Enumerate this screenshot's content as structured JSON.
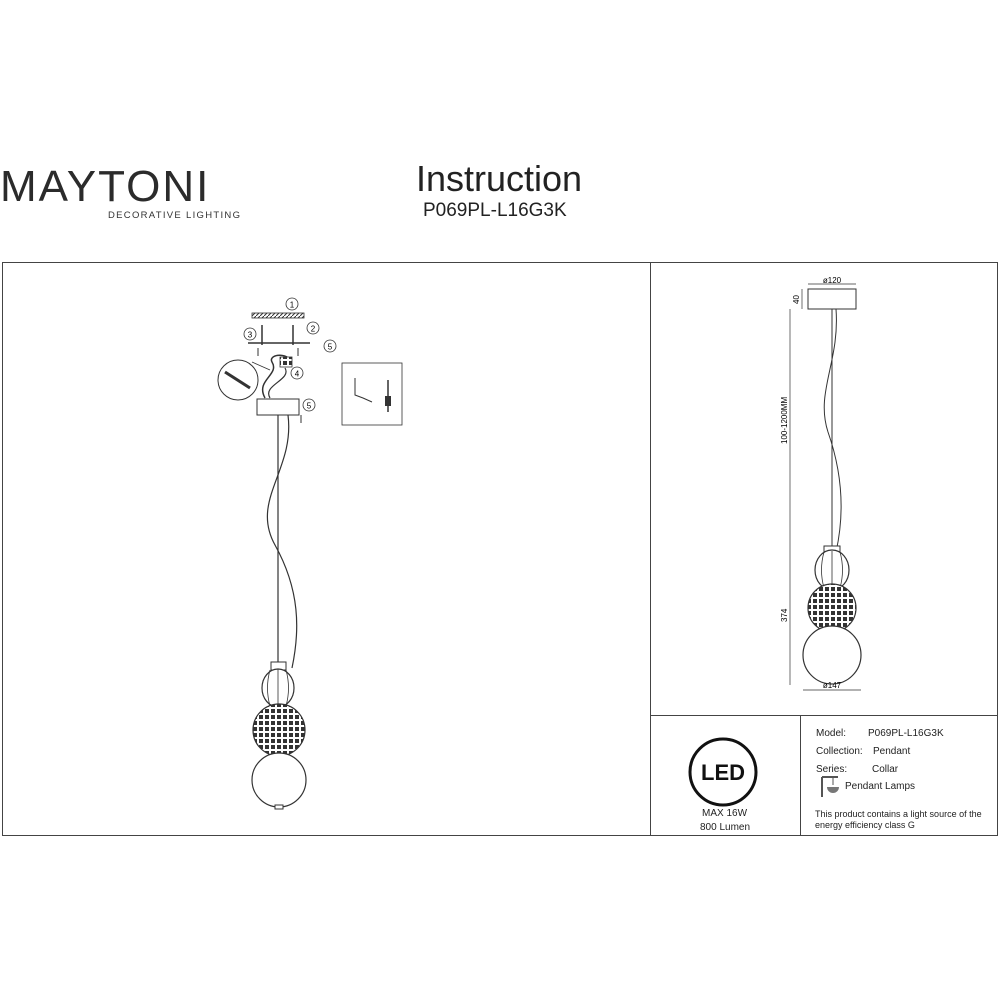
{
  "header": {
    "brand": "MAYTONI",
    "brand_subtitle": "DECORATIVE LIGHTING",
    "title": "Instruction",
    "model_code": "P069PL-L16G3K"
  },
  "install_steps": [
    "1",
    "2",
    "3",
    "4",
    "5"
  ],
  "dimensions": {
    "canopy_diameter": "ø120",
    "canopy_height": "40",
    "cable_length": "100-1200MM",
    "body_height": "374",
    "shade_diameter": "ø147"
  },
  "badge": {
    "led_label": "LED",
    "max_power": "MAX 16W",
    "lumen": "800 Lumen"
  },
  "specs": {
    "model_label": "Model:",
    "model_value": "P069PL-L16G3K",
    "collection_label": "Collection:",
    "collection_value": "Pendant",
    "series_label": "Series:",
    "series_value": "Collar",
    "type_value": "Pendant Lamps",
    "energy_note_line1": "This product contains a light source of the",
    "energy_note_line2": "energy efficiency class G"
  }
}
